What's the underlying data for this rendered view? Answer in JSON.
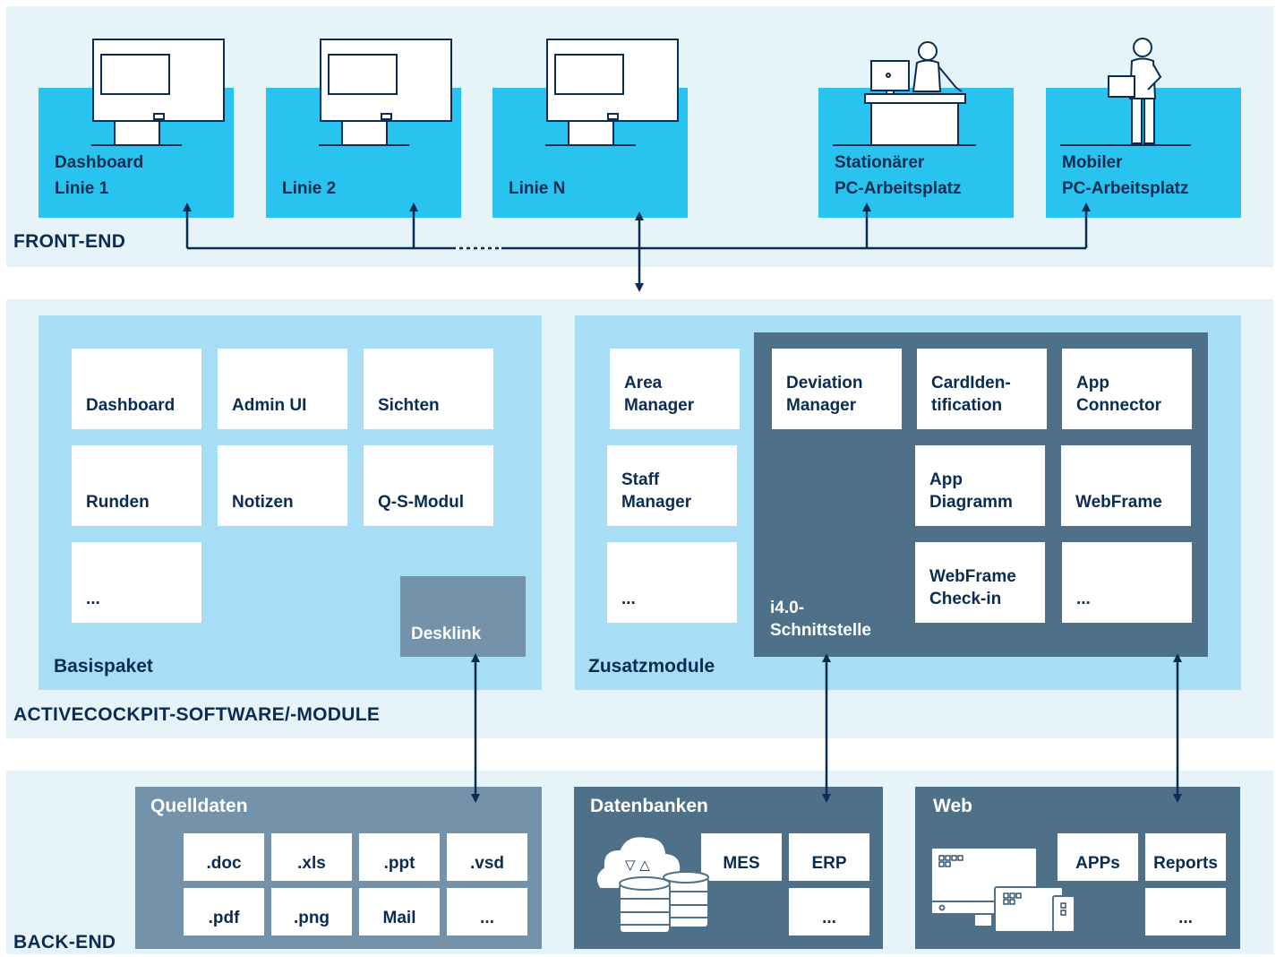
{
  "frontend": {
    "label": "FRONT-END",
    "stations": [
      {
        "line1": "Dashboard",
        "line2": "Linie 1"
      },
      {
        "line1": "Linie 2",
        "line2": ""
      },
      {
        "line1": "Linie N",
        "line2": ""
      },
      {
        "line1": "Stationärer",
        "line2": "PC-Arbeitsplatz"
      },
      {
        "line1": "Mobiler",
        "line2": "PC-Arbeitsplatz"
      }
    ]
  },
  "software": {
    "label": "ACTIVECOCKPIT-SOFTWARE/-MODULE",
    "basispaket": {
      "label": "Basispaket",
      "modules": [
        {
          "line1": "Dashboard",
          "line2": ""
        },
        {
          "line1": "Admin UI",
          "line2": ""
        },
        {
          "line1": "Sichten",
          "line2": ""
        },
        {
          "line1": "Runden",
          "line2": ""
        },
        {
          "line1": "Notizen",
          "line2": ""
        },
        {
          "line1": "Q-S-Modul",
          "line2": ""
        },
        {
          "line1": "...",
          "line2": ""
        }
      ],
      "desklink": "Desklink"
    },
    "zusatzmodule": {
      "label": "Zusatzmodule",
      "modules": [
        {
          "line1": "Area",
          "line2": "Manager"
        },
        {
          "line1": "Staff",
          "line2": "Manager"
        },
        {
          "line1": "...",
          "line2": ""
        }
      ],
      "interface": {
        "label_line1": "i4.0-",
        "label_line2": "Schnittstelle",
        "modules": [
          {
            "line1": "Deviation",
            "line2": "Manager"
          },
          {
            "line1": "CardIden-",
            "line2": "tification"
          },
          {
            "line1": "App",
            "line2": "Connector"
          },
          {
            "line1": "App",
            "line2": "Diagramm"
          },
          {
            "line1": "WebFrame",
            "line2": ""
          },
          {
            "line1": "WebFrame",
            "line2": "Check-in"
          },
          {
            "line1": "...",
            "line2": ""
          }
        ]
      }
    }
  },
  "backend": {
    "label": "BACK-END",
    "quelldaten": {
      "title": "Quelldaten",
      "items": [
        ".doc",
        ".xls",
        ".ppt",
        ".vsd",
        ".pdf",
        ".png",
        "Mail",
        "..."
      ]
    },
    "datenbanken": {
      "title": "Datenbanken",
      "items": [
        "MES",
        "ERP",
        "..."
      ],
      "cloud_glyphs": "▽ △"
    },
    "web": {
      "title": "Web",
      "items": [
        "APPs",
        "Reports",
        "..."
      ]
    }
  },
  "colors": {
    "navy": "#0b2c52",
    "band": "#e6f4f9",
    "cyan": "#29c3f0",
    "panel": "#a8def5",
    "dark": "#4e7189",
    "grey": "#7493aa"
  }
}
